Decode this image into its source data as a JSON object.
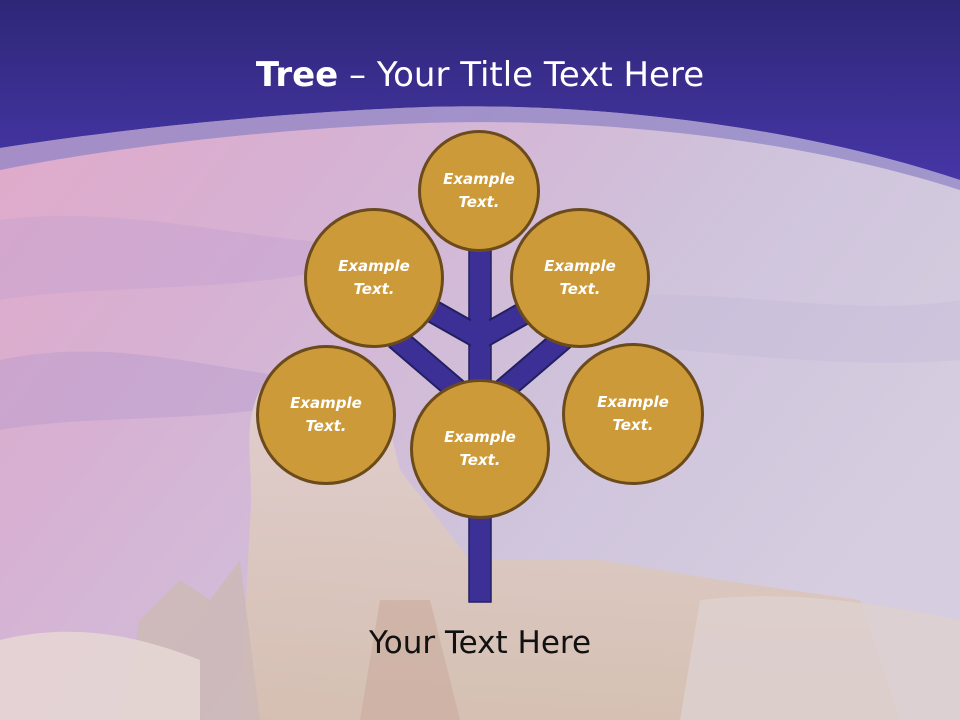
{
  "title": {
    "bold": "Tree",
    "dash": " – ",
    "rest": "Your Title Text Here"
  },
  "nodes": [
    {
      "text": "Example Text."
    },
    {
      "text": "Example Text."
    },
    {
      "text": "Example Text."
    },
    {
      "text": "Example Text."
    },
    {
      "text": "Example Text."
    },
    {
      "text": "Example Text."
    }
  ],
  "caption": "Your Text Here",
  "colors": {
    "header": "#3b2f93",
    "node_fill": "#cc9a38",
    "node_border": "#6b4a1c",
    "trunk": "#3c2f96"
  }
}
